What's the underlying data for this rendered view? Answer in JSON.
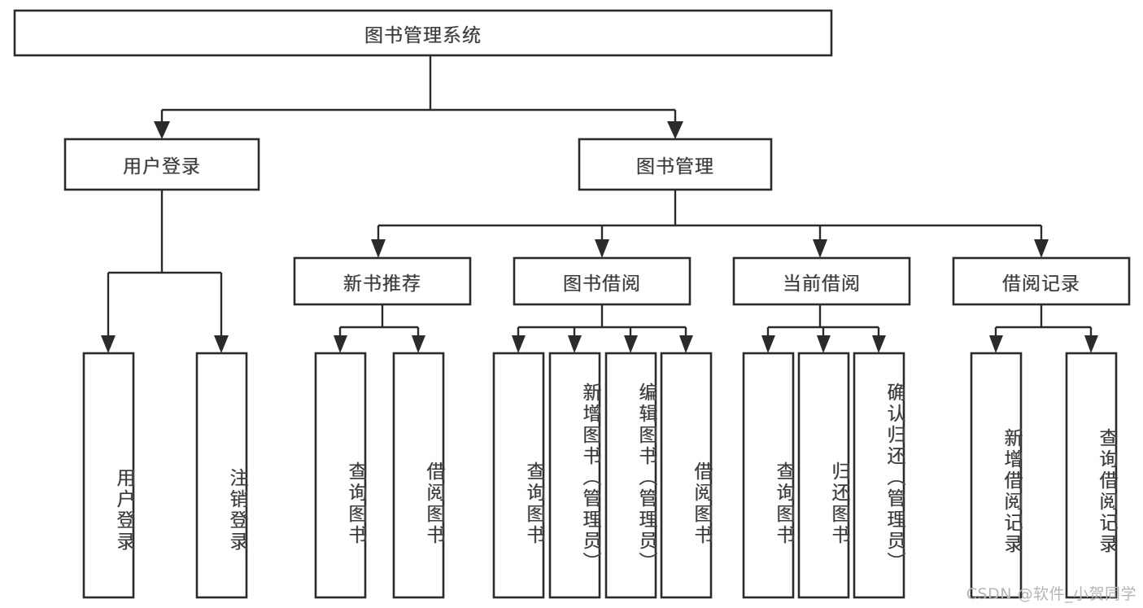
{
  "diagram": {
    "type": "tree",
    "title": "图书管理系统",
    "root": {
      "id": "root",
      "label": "图书管理系统"
    },
    "level2": [
      {
        "id": "user-login",
        "label": "用户登录"
      },
      {
        "id": "book-manage",
        "label": "图书管理"
      }
    ],
    "level3": [
      {
        "id": "new-book-recommend",
        "label": "新书推荐",
        "parent": "book-manage"
      },
      {
        "id": "book-borrow",
        "label": "图书借阅",
        "parent": "book-manage"
      },
      {
        "id": "current-borrow",
        "label": "当前借阅",
        "parent": "book-manage"
      },
      {
        "id": "borrow-record",
        "label": "借阅记录",
        "parent": "book-manage"
      }
    ],
    "leaves": {
      "user_login": [
        {
          "id": "leaf-user-login",
          "label": "用户登录"
        },
        {
          "id": "leaf-user-logout",
          "label": "注销登录"
        }
      ],
      "new_book_recommend": [
        {
          "id": "leaf-query-book-1",
          "label": "查询图书"
        },
        {
          "id": "leaf-borrow-book-1",
          "label": "借阅图书"
        }
      ],
      "book_borrow": [
        {
          "id": "leaf-query-book-2",
          "label": "查询图书"
        },
        {
          "id": "leaf-add-book",
          "label": "新增图书（管理员）"
        },
        {
          "id": "leaf-edit-book",
          "label": "编辑图书（管理员）"
        },
        {
          "id": "leaf-borrow-book-2",
          "label": "借阅图书"
        }
      ],
      "current_borrow": [
        {
          "id": "leaf-query-book-3",
          "label": "查询图书"
        },
        {
          "id": "leaf-return-book",
          "label": "归还图书"
        },
        {
          "id": "leaf-confirm-return",
          "label": "确认归还（管理员）"
        }
      ],
      "borrow_record": [
        {
          "id": "leaf-add-record",
          "label": "新增借阅记录"
        },
        {
          "id": "leaf-query-record",
          "label": "查询借阅记录"
        }
      ]
    }
  },
  "watermark": {
    "text": "CSDN @软件_小贺同学"
  },
  "colors": {
    "stroke": "#2b2b2b",
    "box_fill": "#ffffff",
    "text": "#3a3a3a",
    "background": "#ffffff",
    "watermark": "#b6b6b6"
  }
}
